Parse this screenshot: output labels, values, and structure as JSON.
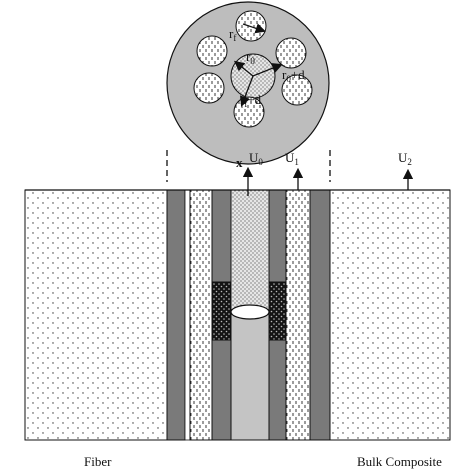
{
  "cross_section": {
    "label_rf": "r",
    "label_rf_sub": "f",
    "label_r0": "r",
    "label_r0_sub": "0",
    "label_r0d": "r",
    "label_r0d_sub": "0",
    "label_r0d_tail": "+d",
    "label_rfd_main": "r",
    "label_rfd_sub": "f",
    "label_rfd_tail": "+d"
  },
  "arrows": {
    "x_label": "x",
    "u0_main": "U",
    "u0_sub": "0",
    "u1_main": "U",
    "u1_sub": "1",
    "u2_main": "U",
    "u2_sub": "2"
  },
  "captions": {
    "left": "Fiber",
    "right": "Bulk Composite"
  },
  "colors": {
    "gray_fill": "#bdbdbd",
    "dark_bar": "#7a7a7a",
    "outline": "#111111"
  }
}
